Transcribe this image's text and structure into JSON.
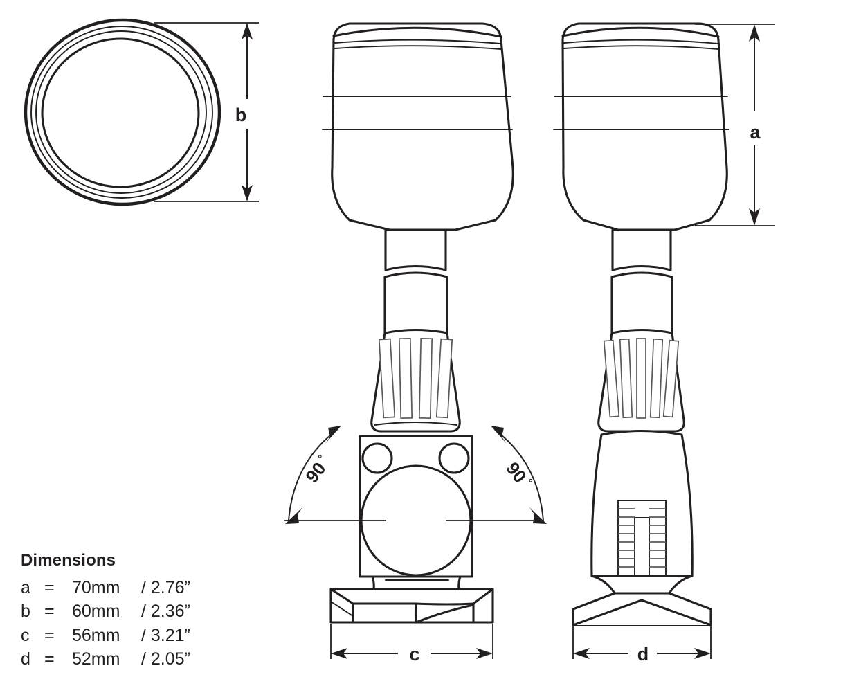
{
  "drawing": {
    "title": "Navigation light dimension drawing",
    "line_color": "#231f20",
    "detail_color": "#58595b",
    "background": "#ffffff"
  },
  "views": {
    "top": {
      "name": "top-view",
      "label": "b",
      "description": "circular lens top view with concentric rings"
    },
    "front": {
      "name": "front-view",
      "label": "c",
      "description": "front elevation with hinge block and mounting foot"
    },
    "side": {
      "name": "side-view",
      "label": "a",
      "label_secondary": "d",
      "description": "side elevation with ribbed collar and serrated clamp"
    }
  },
  "annotations": {
    "dim_a": "a",
    "dim_b": "b",
    "dim_c": "c",
    "dim_d": "d",
    "angle_left": "90",
    "angle_right": "90",
    "degree_symbol": "°"
  },
  "dimensions_table": {
    "title": "Dimensions",
    "rows": [
      {
        "key": "a",
        "eq": "=",
        "metric": "70mm",
        "imperial": "/ 2.76”"
      },
      {
        "key": "b",
        "eq": "=",
        "metric": "60mm",
        "imperial": "/ 2.36”"
      },
      {
        "key": "c",
        "eq": "=",
        "metric": "56mm",
        "imperial": "/ 3.21”"
      },
      {
        "key": "d",
        "eq": "=",
        "metric": "52mm",
        "imperial": "/ 2.05”"
      }
    ]
  }
}
